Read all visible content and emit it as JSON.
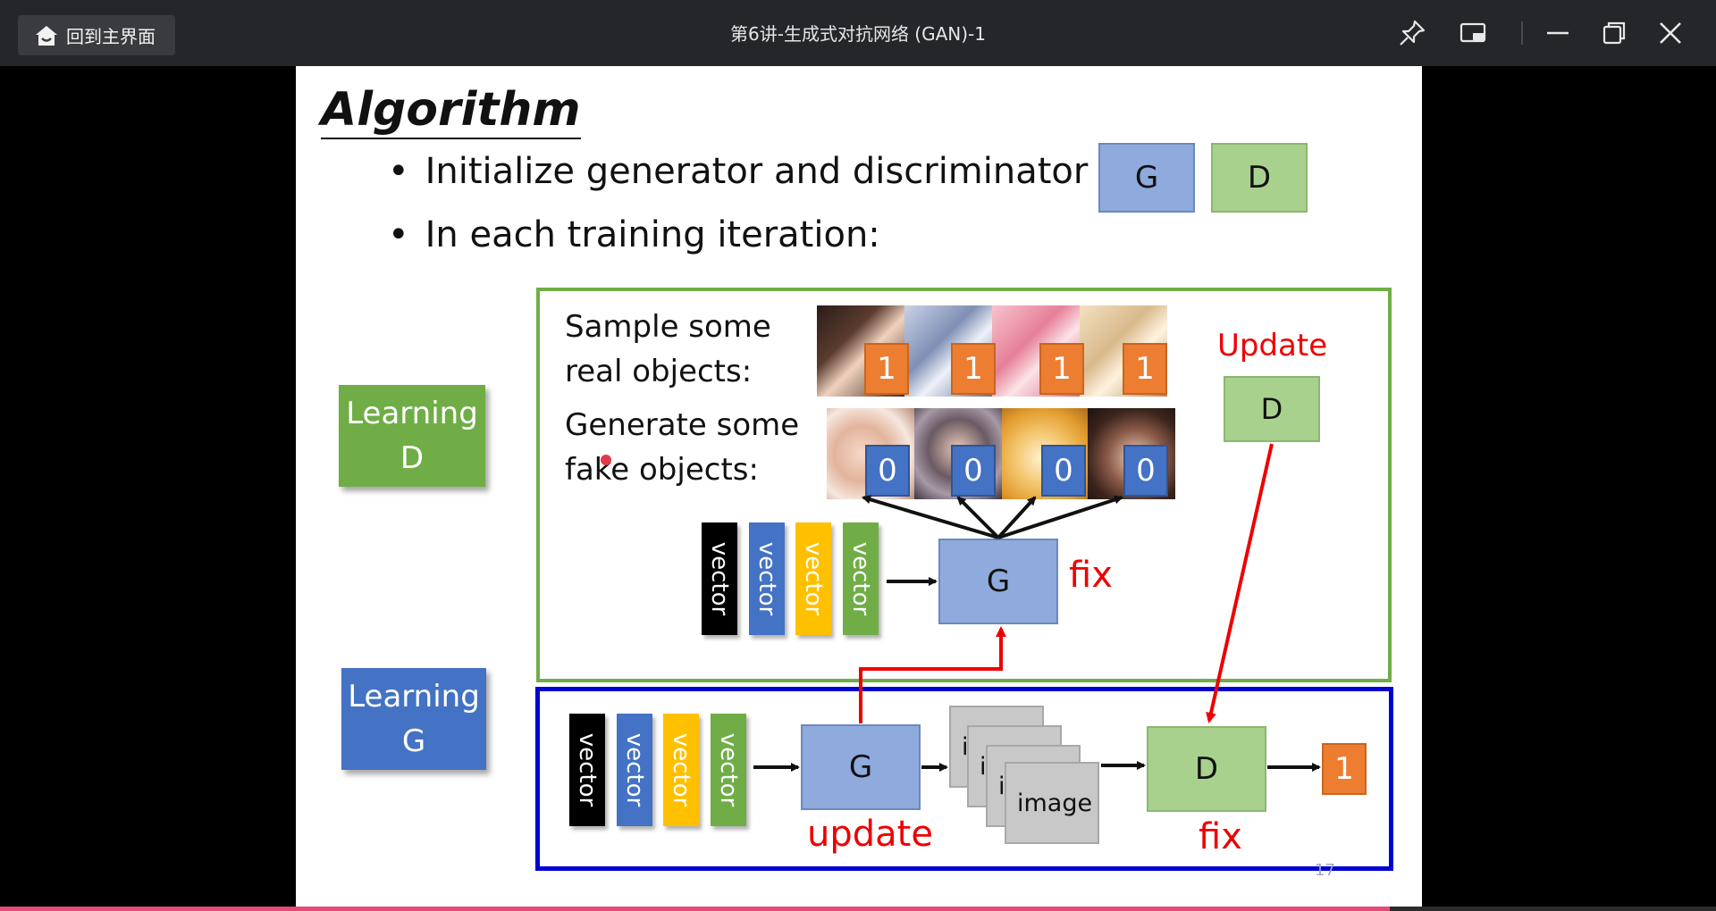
{
  "window": {
    "title": "第6讲-生成式对抗网络 (GAN)-1",
    "home_label": "回到主界面",
    "icons": [
      "home-icon",
      "pin-icon",
      "picture-in-picture-icon",
      "minimize-icon",
      "restore-icon",
      "close-icon"
    ]
  },
  "slide": {
    "title": "Algorithm",
    "bullets": [
      "Initialize generator and discriminator",
      "In each training iteration:"
    ],
    "g_box": "G",
    "d_box": "D",
    "learning_d": [
      "Learning",
      "D"
    ],
    "learning_g": [
      "Learning",
      "G"
    ],
    "sample_text": [
      "Sample some",
      "real objects:"
    ],
    "generate_text": [
      "Generate some",
      "fake objects:"
    ],
    "real_labels": [
      "1",
      "1",
      "1",
      "1"
    ],
    "fake_labels": [
      "0",
      "0",
      "0",
      "0"
    ],
    "update_label": "Update",
    "update_d_box": "D",
    "vector_label": "vector",
    "generator_box": "G",
    "fix_label": "fix",
    "lower_g_box": "G",
    "lower_update_label": "update",
    "image_label": "image",
    "image_stub": "i",
    "lower_d_box": "D",
    "lower_fix_label": "fix",
    "output_label": "1",
    "page_number": "17"
  },
  "colors": {
    "generator": "#8faadc",
    "discriminator": "#a9d18e",
    "learning_d": "#70ad47",
    "learning_g": "#4472c4",
    "real_label": "#ed7d31",
    "fake_label": "#4472c4",
    "highlight": "#ee0000"
  },
  "progress": 0.81
}
